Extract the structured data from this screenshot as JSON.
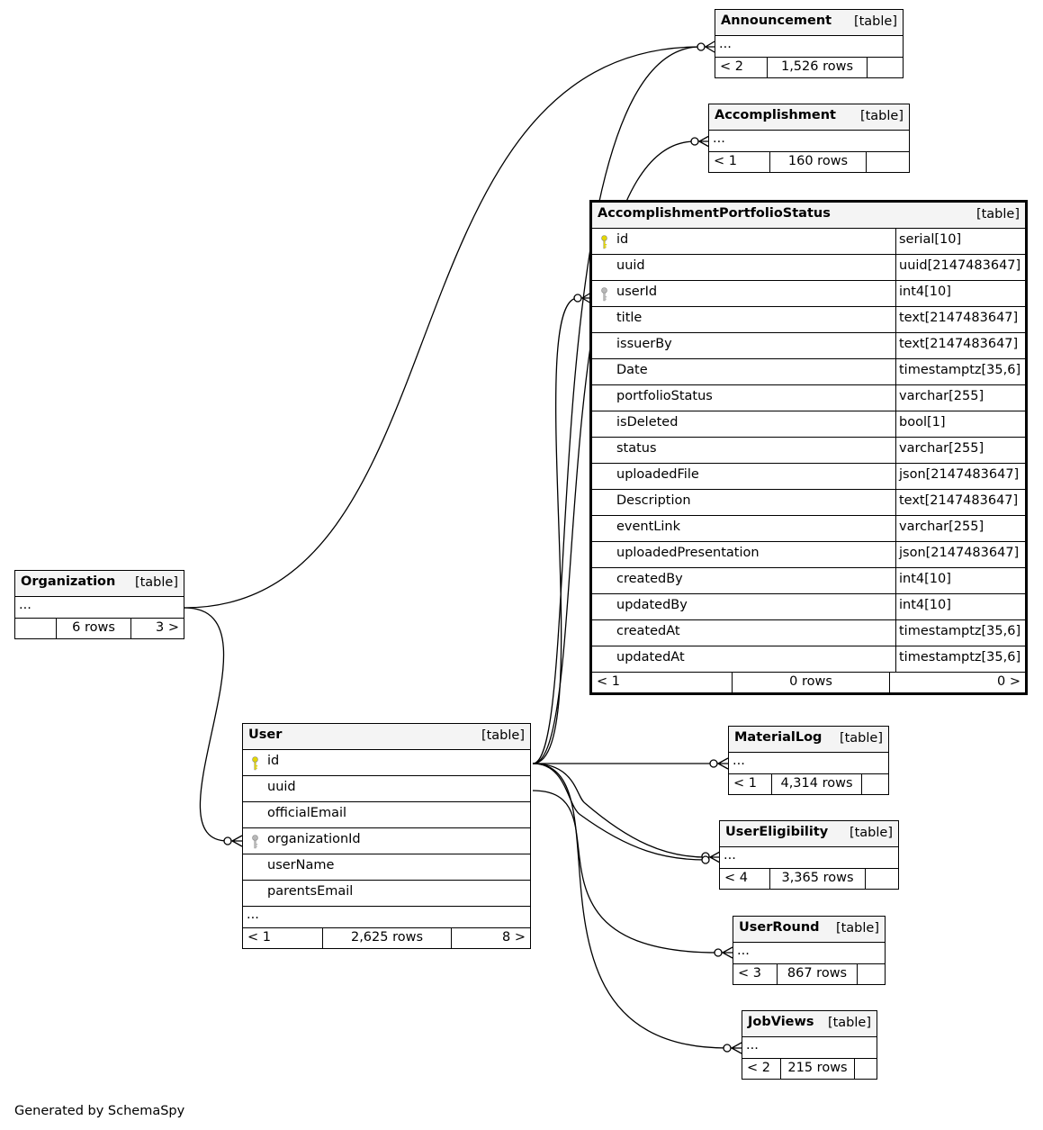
{
  "credit": "Generated by SchemaSpy",
  "table_tag": "[table]",
  "ellipsis": "...",
  "tables": {
    "announcement": {
      "name": "Announcement",
      "parents": "< 2",
      "rows": "1,526 rows",
      "children": ""
    },
    "accomplishment": {
      "name": "Accomplishment",
      "parents": "< 1",
      "rows": "160 rows",
      "children": ""
    },
    "materiallog": {
      "name": "MaterialLog",
      "parents": "< 1",
      "rows": "4,314 rows",
      "children": ""
    },
    "usereligibility": {
      "name": "UserEligibility",
      "parents": "< 4",
      "rows": "3,365 rows",
      "children": ""
    },
    "userround": {
      "name": "UserRound",
      "parents": "< 3",
      "rows": "867 rows",
      "children": ""
    },
    "jobviews": {
      "name": "JobViews",
      "parents": "< 2",
      "rows": "215 rows",
      "children": ""
    },
    "organization": {
      "name": "Organization",
      "parents": "",
      "rows": "6 rows",
      "children": "3 >"
    },
    "user": {
      "name": "User",
      "parents": "< 1",
      "rows": "2,625 rows",
      "children": "8 >",
      "columns": [
        {
          "name": "id",
          "key": "primary"
        },
        {
          "name": "uuid",
          "key": "none"
        },
        {
          "name": "officialEmail",
          "key": "none"
        },
        {
          "name": "organizationId",
          "key": "foreign"
        },
        {
          "name": "userName",
          "key": "none"
        },
        {
          "name": "parentsEmail",
          "key": "none"
        }
      ]
    },
    "accomplishmentportfoliostatus": {
      "name": "AccomplishmentPortfolioStatus",
      "parents": "< 1",
      "rows": "0 rows",
      "children": "0 >",
      "columns": [
        {
          "name": "id",
          "type": "serial[10]",
          "key": "primary"
        },
        {
          "name": "uuid",
          "type": "uuid[2147483647]",
          "key": "none"
        },
        {
          "name": "userId",
          "type": "int4[10]",
          "key": "foreign"
        },
        {
          "name": "title",
          "type": "text[2147483647]",
          "key": "none"
        },
        {
          "name": "issuerBy",
          "type": "text[2147483647]",
          "key": "none"
        },
        {
          "name": "Date",
          "type": "timestamptz[35,6]",
          "key": "none"
        },
        {
          "name": "portfolioStatus",
          "type": "varchar[255]",
          "key": "none"
        },
        {
          "name": "isDeleted",
          "type": "bool[1]",
          "key": "none"
        },
        {
          "name": "status",
          "type": "varchar[255]",
          "key": "none"
        },
        {
          "name": "uploadedFile",
          "type": "json[2147483647]",
          "key": "none"
        },
        {
          "name": "Description",
          "type": "text[2147483647]",
          "key": "none"
        },
        {
          "name": "eventLink",
          "type": "varchar[255]",
          "key": "none"
        },
        {
          "name": "uploadedPresentation",
          "type": "json[2147483647]",
          "key": "none"
        },
        {
          "name": "createdBy",
          "type": "int4[10]",
          "key": "none"
        },
        {
          "name": "updatedBy",
          "type": "int4[10]",
          "key": "none"
        },
        {
          "name": "createdAt",
          "type": "timestamptz[35,6]",
          "key": "none"
        },
        {
          "name": "updatedAt",
          "type": "timestamptz[35,6]",
          "key": "none"
        }
      ]
    }
  }
}
